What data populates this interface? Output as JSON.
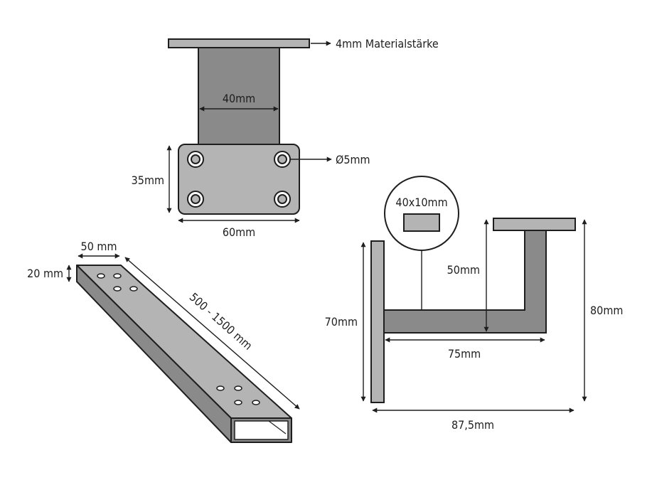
{
  "labels": {
    "material_thickness": "4mm Materialstärke",
    "stem_width": "40mm",
    "hole_diameter": "Ø5mm",
    "plate_height": "35mm",
    "plate_width": "60mm",
    "bar_width": "50 mm",
    "bar_height": "20 mm",
    "bar_length": "500 - 1500 mm",
    "profile_section": "40x10mm",
    "arm_height": "50mm",
    "wall_plate_height": "70mm",
    "arm_length": "75mm",
    "total_height": "80mm",
    "total_depth": "87,5mm"
  },
  "colors": {
    "metal_light": "#b4b4b4",
    "metal_dark": "#8a8a8a",
    "outline": "#1e1e1e"
  }
}
